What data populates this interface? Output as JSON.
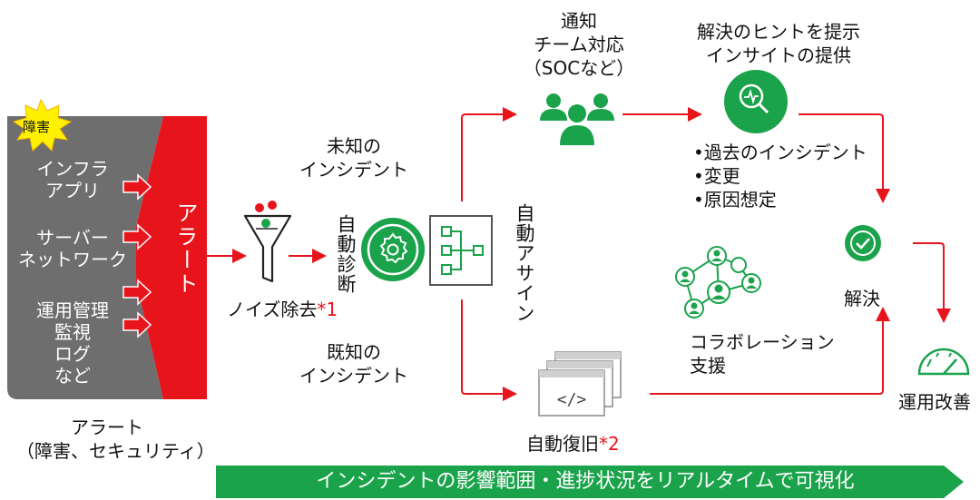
{
  "incident_badge": "障害",
  "alert_vertical": "アラート",
  "source_groups": [
    [
      "インフラ",
      "アプリ"
    ],
    [
      "サーバー",
      "ネットワーク"
    ],
    [
      "運用管理",
      "監視",
      "ログ",
      "など"
    ]
  ],
  "alert_caption": [
    "アラート",
    "（障害、セキュリティ）"
  ],
  "noise_removal": {
    "label": "ノイズ除去",
    "note": "*1"
  },
  "auto_diagnosis": "自動診断",
  "unknown_incident": [
    "未知の",
    "インシデント"
  ],
  "known_incident": [
    "既知の",
    "インシデント"
  ],
  "auto_assign": "自動アサイン",
  "notify_team": [
    "通知",
    "チーム対応",
    "（SOCなど）"
  ],
  "hint_insight": [
    "解決のヒントを提示",
    "インサイトの提供"
  ],
  "hint_bullets": [
    "•過去のインシデント",
    "•変更",
    "•原因想定"
  ],
  "collaboration": [
    "コラボレーション",
    "支援"
  ],
  "auto_recovery": {
    "label": "自動復旧",
    "note": "*2"
  },
  "resolve": "解決",
  "ops_improvement": "運用改善",
  "banner": "インシデントの影響範囲・進捗状況をリアルタイムで可視化",
  "colors": {
    "green": "#1aa34a",
    "red": "#e8141b",
    "gray": "#6e6e6e",
    "badge": "#fff200"
  }
}
